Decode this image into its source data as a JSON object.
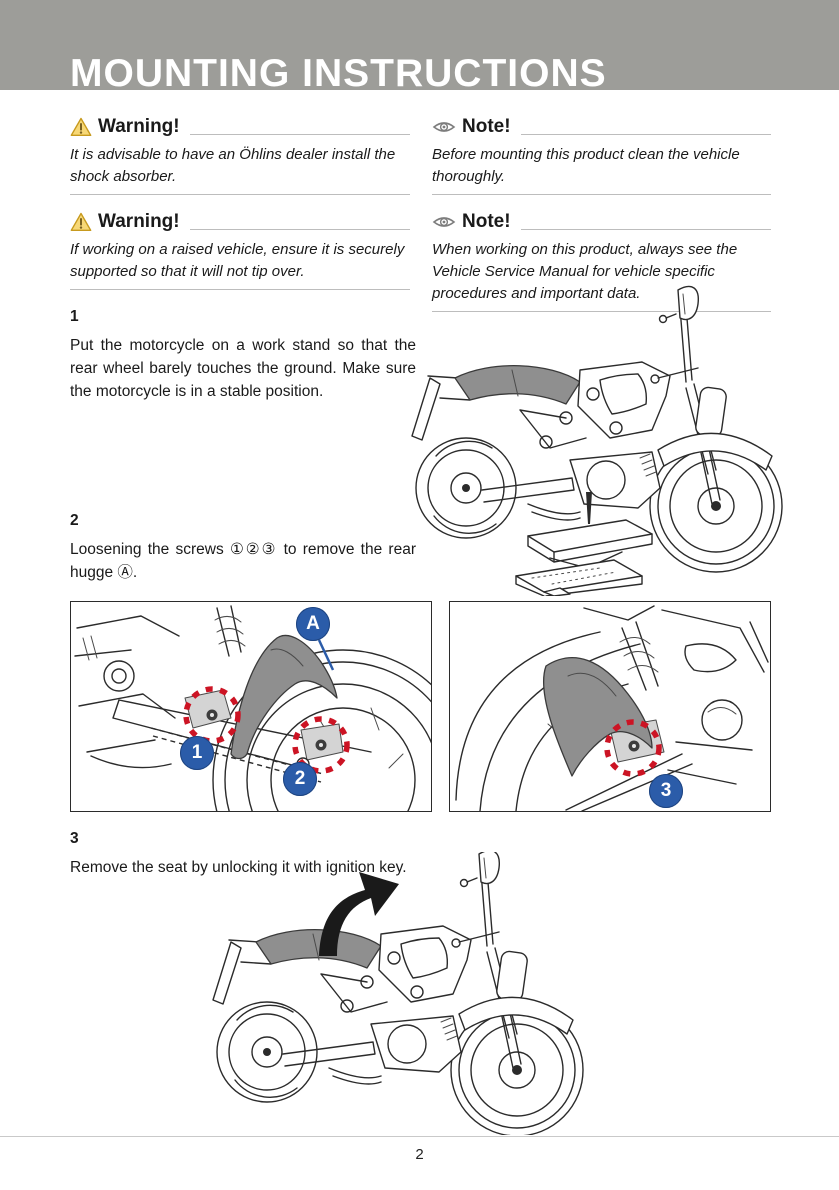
{
  "header": {
    "title": "MOUNTING INSTRUCTIONS"
  },
  "callouts": {
    "warnings": [
      {
        "heading": "Warning!",
        "text": "It is advisable to have an Öhlins dealer install the shock absorber."
      },
      {
        "heading": "Warning!",
        "text": "If working on a raised vehicle, ensure it is securely supported so that it will not tip over."
      }
    ],
    "notes": [
      {
        "heading": "Note!",
        "text": "Before mounting this product clean the vehicle thoroughly."
      },
      {
        "heading": "Note!",
        "text": "When working on this product, always see the Vehicle Service Manual for vehicle specific procedures and important data."
      }
    ]
  },
  "steps": [
    {
      "number": "1",
      "text": "Put the motorcycle on a work stand so that the rear wheel barely touches the ground. Make sure the motorcycle is in a stable position."
    },
    {
      "number": "2",
      "text": "Loosening the screws ①②③ to remove the rear hugge Ⓐ."
    },
    {
      "number": "3",
      "text": "Remove the seat by unlocking it with ignition key."
    }
  ],
  "figures": {
    "step1": {
      "description": "motorcycle-on-work-stand-drawing"
    },
    "step2_left": {
      "part_label": "A",
      "screw_labels": [
        "1",
        "2"
      ]
    },
    "step2_right": {
      "screw_labels": [
        "3"
      ]
    },
    "step3": {
      "description": "seat-removal-drawing"
    }
  },
  "footer": {
    "page_number": "2"
  },
  "icons": [
    "warning-triangle-icon",
    "eye-icon"
  ],
  "colors": {
    "header_band": "#9d9d99",
    "title_text": "#ffffff",
    "rule": "#bdbdbd",
    "badge_blue": "#2b5ca9",
    "dashed_red": "#cc1424",
    "warning_yellow": "#f7d877",
    "drawing_gray": "#8f8f8f",
    "text": "#1a1a1a"
  }
}
